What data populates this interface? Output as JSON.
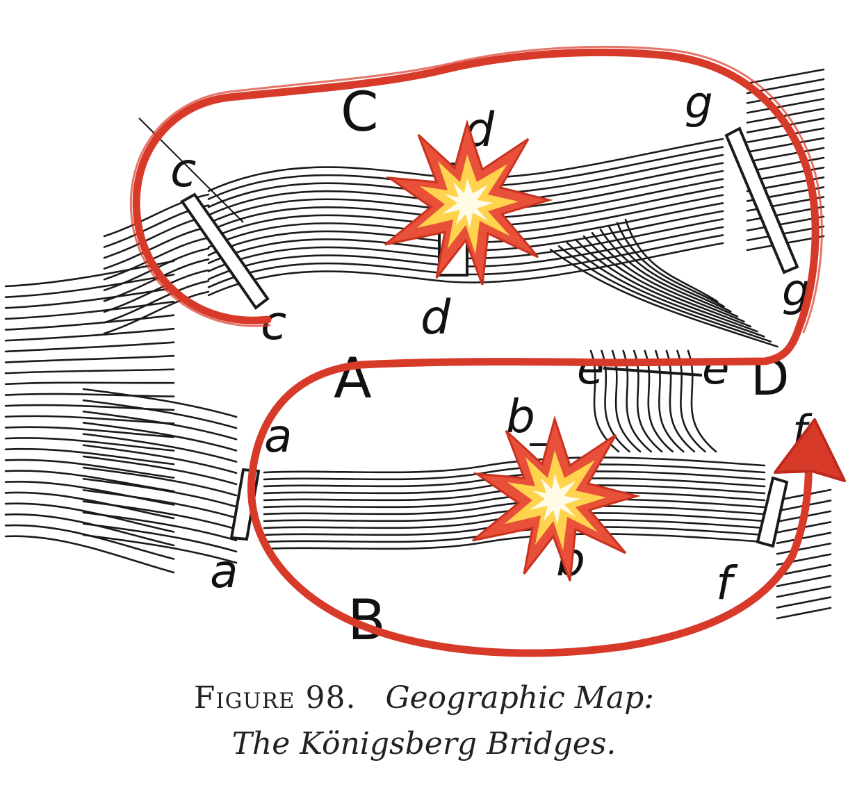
{
  "labels": {
    "region_c": "C",
    "region_a": "A",
    "region_b": "B",
    "region_d": "D",
    "bridge_c_top": "c",
    "bridge_c_bottom": "c",
    "bridge_d_top": "d",
    "bridge_d_bottom": "d",
    "bridge_g_top": "g",
    "bridge_g_bottom": "g",
    "bridge_e_left": "e",
    "bridge_e_right": "e",
    "bridge_a_top": "a",
    "bridge_a_bottom": "a",
    "bridge_b_top": "b",
    "bridge_b_bottom": "b",
    "bridge_f_top": "f",
    "bridge_f_bottom": "f"
  },
  "caption": {
    "figure_label": "Figure 98.",
    "title_line1": "Geographic Map:",
    "title_line2": "The Königsberg Bridges."
  },
  "colors": {
    "path": "#d83a2a",
    "ink": "#111111",
    "burst_outer": "#e8503a",
    "burst_inner": "#ffd34d",
    "burst_core": "#fffbe6"
  },
  "icons": [
    "explosion-icon",
    "arrowhead-icon"
  ]
}
